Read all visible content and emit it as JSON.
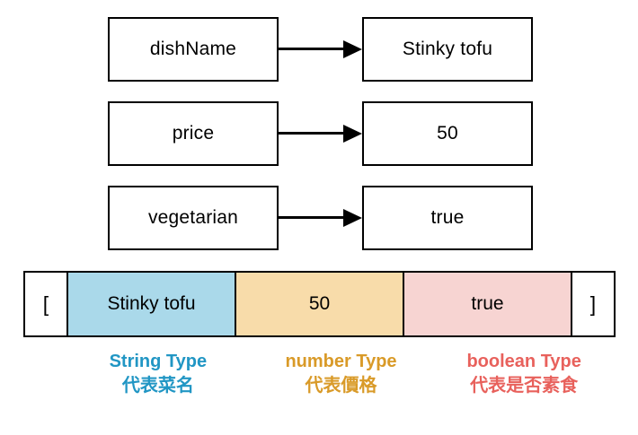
{
  "diagram": {
    "pairs": [
      {
        "key": "dishName",
        "value": "Stinky tofu"
      },
      {
        "key": "price",
        "value": "50"
      },
      {
        "key": "vegetarian",
        "value": "true"
      }
    ],
    "array": {
      "open_bracket": "[",
      "close_bracket": "]",
      "cells": [
        {
          "text": "Stinky tofu",
          "color": "#aad9ea"
        },
        {
          "text": "50",
          "color": "#f8dcaa"
        },
        {
          "text": "true",
          "color": "#f7d4d2"
        }
      ]
    },
    "captions": [
      {
        "type_label": "String Type",
        "description": "代表菜名",
        "color": "#2196c4"
      },
      {
        "type_label": "number Type",
        "description": "代表價格",
        "color": "#d99a28"
      },
      {
        "type_label": "boolean Type",
        "description": "代表是否素食",
        "color": "#e8615c"
      }
    ]
  }
}
